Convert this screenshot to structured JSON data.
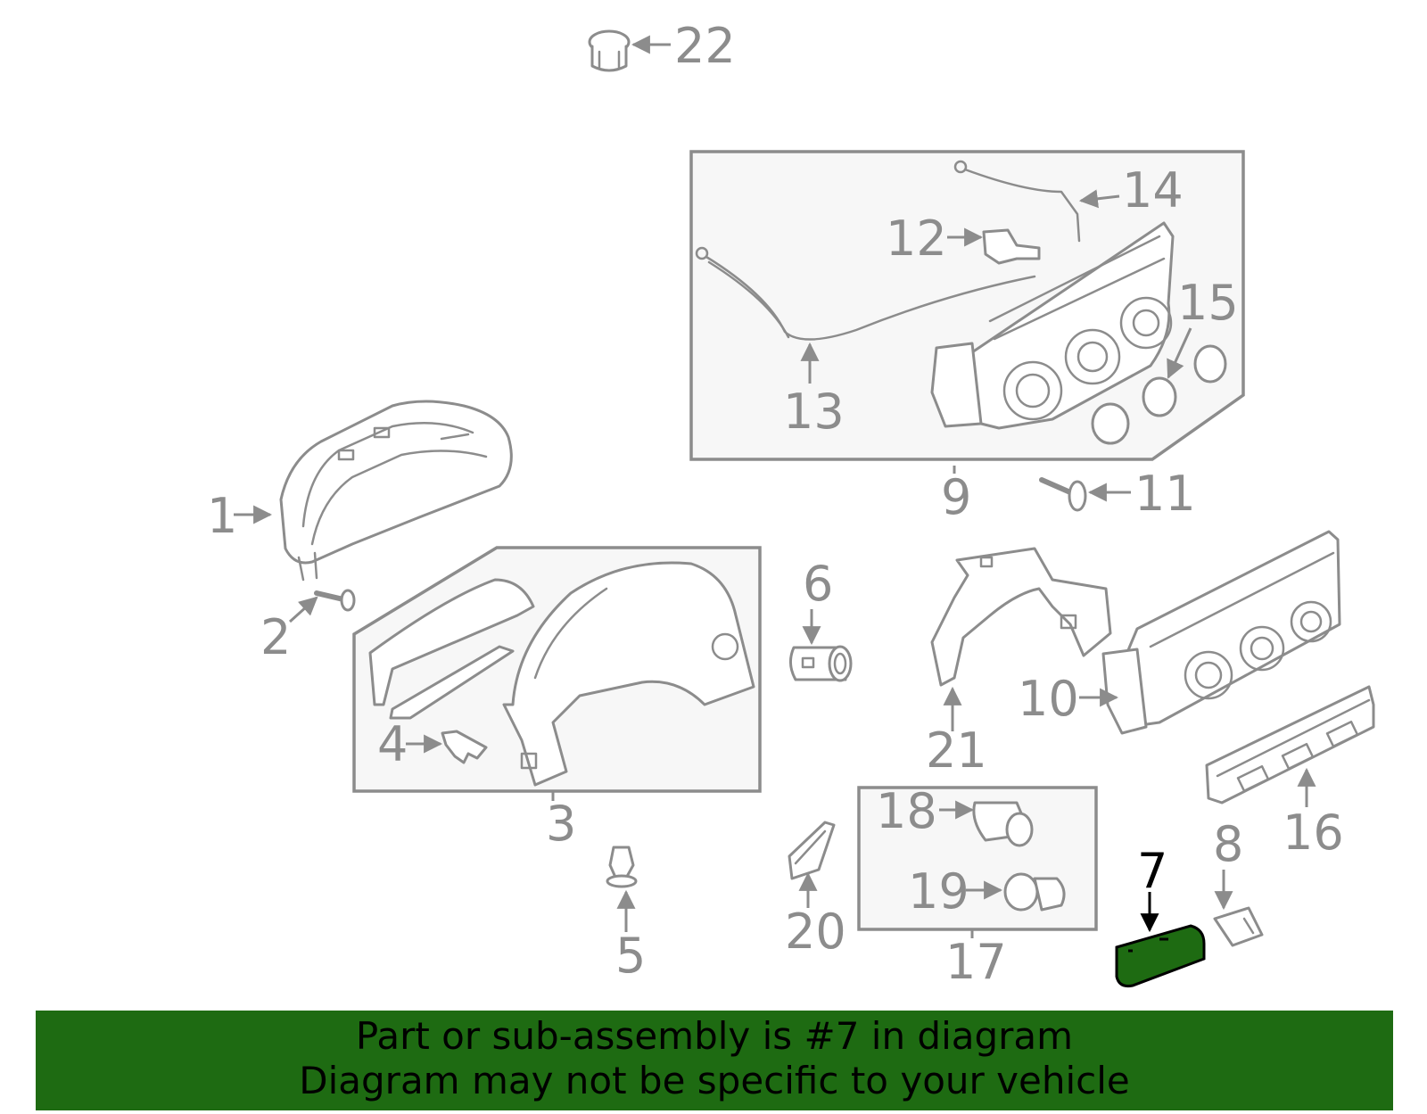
{
  "callouts": {
    "c1": "1",
    "c2": "2",
    "c3": "3",
    "c4": "4",
    "c5": "5",
    "c6": "6",
    "c7": "7",
    "c8": "8",
    "c9": "9",
    "c10": "10",
    "c11": "11",
    "c12": "12",
    "c13": "13",
    "c14": "14",
    "c15": "15",
    "c16": "16",
    "c17": "17",
    "c18": "18",
    "c19": "19",
    "c20": "20",
    "c21": "21",
    "c22": "22"
  },
  "highlight": {
    "part": "7",
    "color": "#1e6b12"
  },
  "footer": {
    "line1": "Part or sub-assembly is #7 in diagram",
    "line2": "Diagram may not be specific to your vehicle",
    "background": "#1e6b12"
  }
}
